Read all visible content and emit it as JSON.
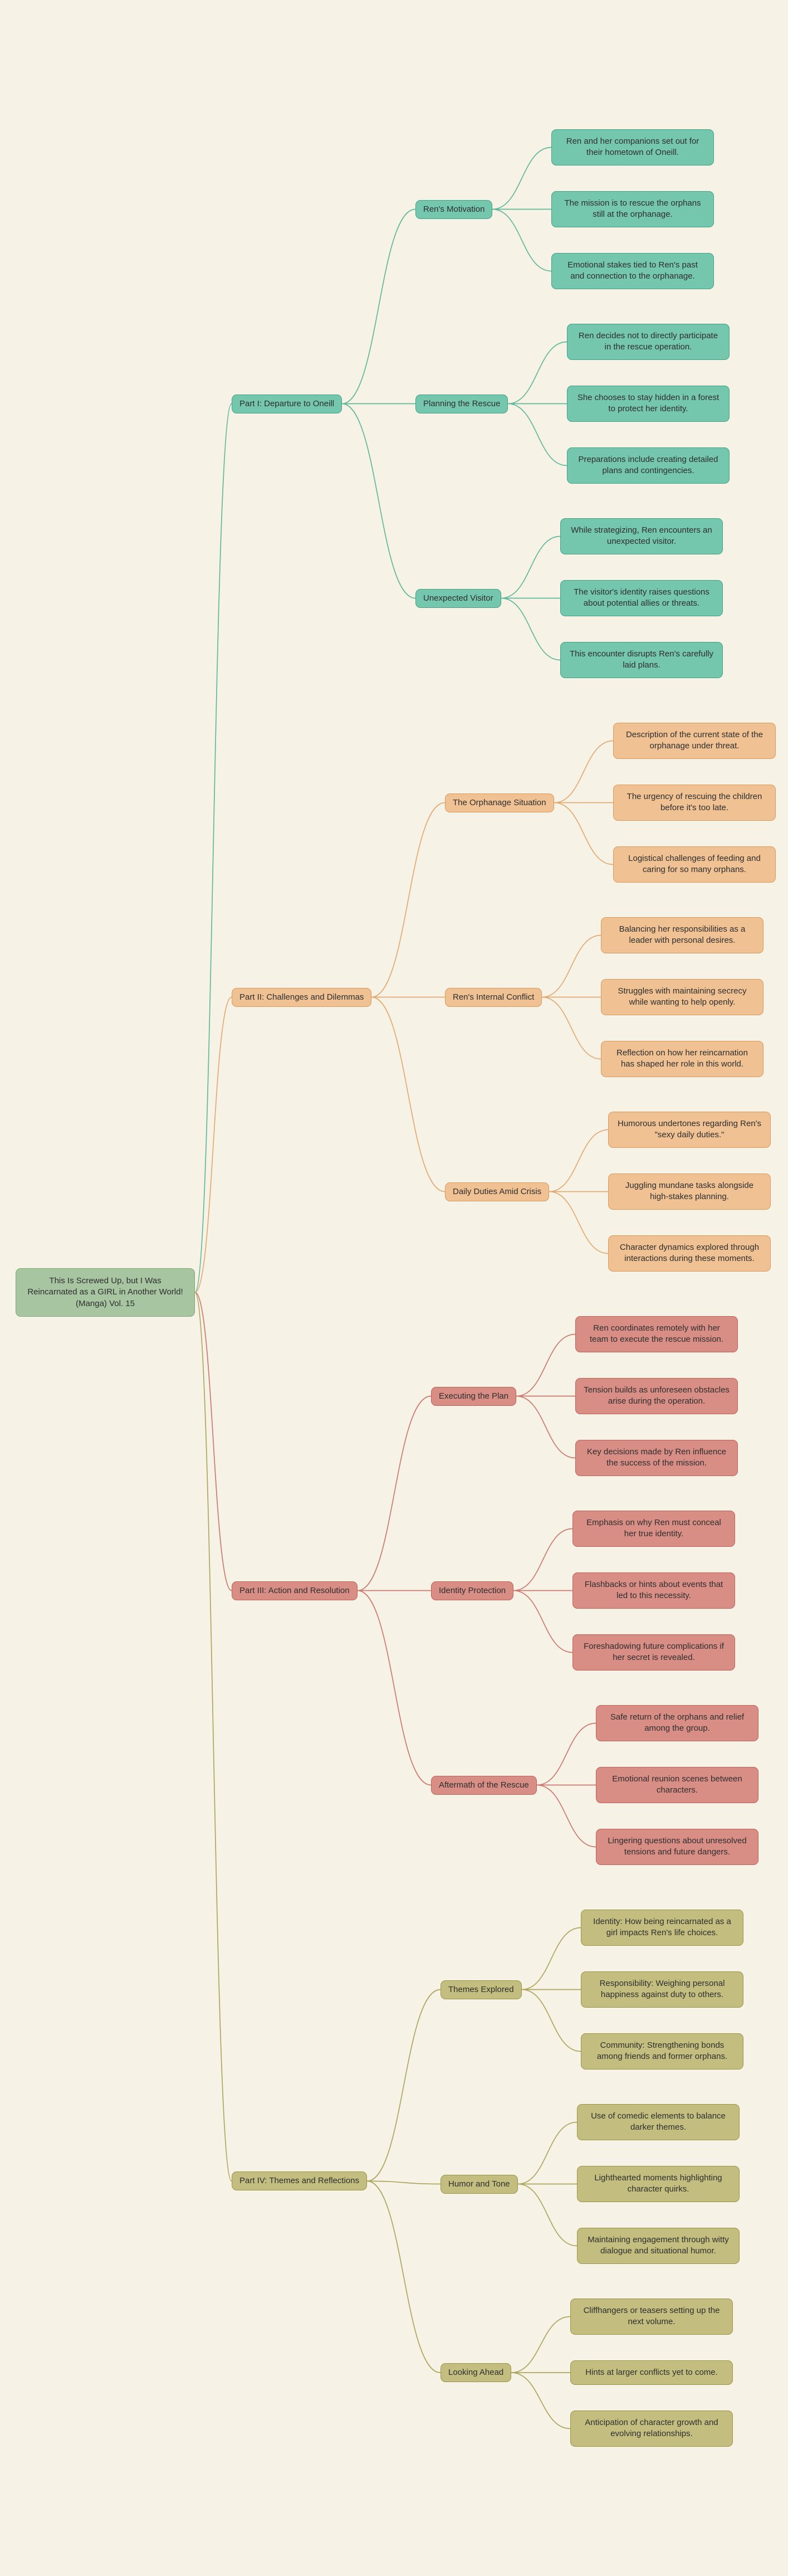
{
  "colors": {
    "background": "#f7f2e6",
    "text": "#2e2e2e"
  },
  "root": {
    "label": "This Is Screwed Up, but I Was Reincarnated as a GIRL in Another World! (Manga) Vol. 15",
    "fill": "#a8c5a1",
    "border": "#7ea878"
  },
  "branches": [
    {
      "label": "Part I: Departure to Oneill",
      "fill": "#74c6ac",
      "border": "#43a286",
      "line": "#62b89b",
      "children": [
        {
          "label": "Ren's Motivation",
          "children": [
            {
              "label": "Ren and her companions set out for their hometown of Oneill."
            },
            {
              "label": "The mission is to rescue the orphans still at the orphanage."
            },
            {
              "label": "Emotional stakes tied to Ren's past and connection to the orphanage."
            }
          ]
        },
        {
          "label": "Planning the Rescue",
          "children": [
            {
              "label": "Ren decides not to directly participate in the rescue operation."
            },
            {
              "label": "She chooses to stay hidden in a forest to protect her identity."
            },
            {
              "label": "Preparations include creating detailed plans and contingencies."
            }
          ]
        },
        {
          "label": "Unexpected Visitor",
          "children": [
            {
              "label": "While strategizing, Ren encounters an unexpected visitor."
            },
            {
              "label": "The visitor's identity raises questions about potential allies or threats."
            },
            {
              "label": "This encounter disrupts Ren's carefully laid plans."
            }
          ]
        }
      ]
    },
    {
      "label": "Part II: Challenges and Dilemmas",
      "fill": "#efc193",
      "border": "#da9b5e",
      "line": "#e2ab74",
      "children": [
        {
          "label": "The Orphanage Situation",
          "children": [
            {
              "label": "Description of the current state of the orphanage under threat."
            },
            {
              "label": "The urgency of rescuing the children before it's too late."
            },
            {
              "label": "Logistical challenges of feeding and caring for so many orphans."
            }
          ]
        },
        {
          "label": "Ren's Internal Conflict",
          "children": [
            {
              "label": "Balancing her responsibilities as a leader with personal desires."
            },
            {
              "label": "Struggles with maintaining secrecy while wanting to help openly."
            },
            {
              "label": "Reflection on how her reincarnation has shaped her role in this world."
            }
          ]
        },
        {
          "label": "Daily Duties Amid Crisis",
          "children": [
            {
              "label": "Humorous undertones regarding Ren's \"sexy daily duties.\""
            },
            {
              "label": "Juggling mundane tasks alongside high-stakes planning."
            },
            {
              "label": "Character dynamics explored through interactions during these moments."
            }
          ]
        }
      ]
    },
    {
      "label": "Part III: Action and Resolution",
      "fill": "#d88d85",
      "border": "#c16158",
      "line": "#cb7a70",
      "children": [
        {
          "label": "Executing the Plan",
          "children": [
            {
              "label": "Ren coordinates remotely with her team to execute the rescue mission."
            },
            {
              "label": "Tension builds as unforeseen obstacles arise during the operation."
            },
            {
              "label": "Key decisions made by Ren influence the success of the mission."
            }
          ]
        },
        {
          "label": "Identity Protection",
          "children": [
            {
              "label": "Emphasis on why Ren must conceal her true identity."
            },
            {
              "label": "Flashbacks or hints about events that led to this necessity."
            },
            {
              "label": "Foreshadowing future complications if her secret is revealed."
            }
          ]
        },
        {
          "label": "Aftermath of the Rescue",
          "children": [
            {
              "label": "Safe return of the orphans and relief among the group."
            },
            {
              "label": "Emotional reunion scenes between characters."
            },
            {
              "label": "Lingering questions about unresolved tensions and future dangers."
            }
          ]
        }
      ]
    },
    {
      "label": "Part IV: Themes and Reflections",
      "fill": "#c3be7f",
      "border": "#9b954a",
      "line": "#aca75f",
      "children": [
        {
          "label": "Themes Explored",
          "children": [
            {
              "label": "Identity: How being reincarnated as a girl impacts Ren's life choices."
            },
            {
              "label": "Responsibility: Weighing personal happiness against duty to others."
            },
            {
              "label": "Community: Strengthening bonds among friends and former orphans."
            }
          ]
        },
        {
          "label": "Humor and Tone",
          "children": [
            {
              "label": "Use of comedic elements to balance darker themes."
            },
            {
              "label": "Lighthearted moments highlighting character quirks."
            },
            {
              "label": "Maintaining engagement through witty dialogue and situational humor."
            }
          ]
        },
        {
          "label": "Looking Ahead",
          "children": [
            {
              "label": "Cliffhangers or teasers setting up the next volume."
            },
            {
              "label": "Hints at larger conflicts yet to come."
            },
            {
              "label": "Anticipation of character growth and evolving relationships."
            }
          ]
        }
      ]
    }
  ]
}
